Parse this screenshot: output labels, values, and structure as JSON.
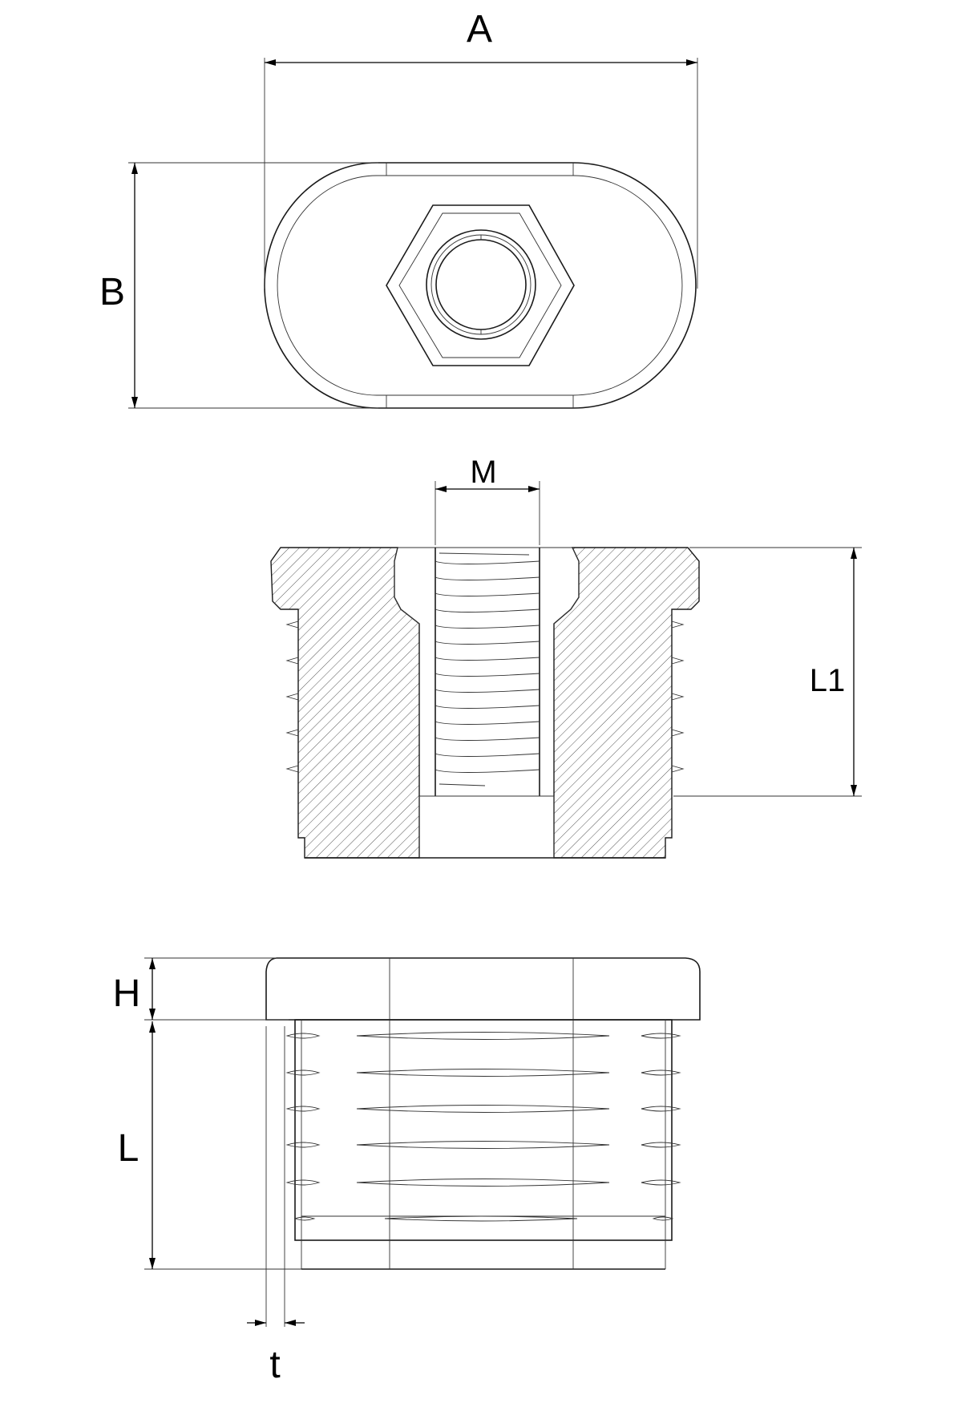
{
  "labels": {
    "A": "A",
    "B": "B",
    "M": "M",
    "L1": "L1",
    "H": "H",
    "L": "L",
    "t": "t"
  },
  "colors": {
    "line": "#1a1a1a",
    "background": "#ffffff"
  }
}
